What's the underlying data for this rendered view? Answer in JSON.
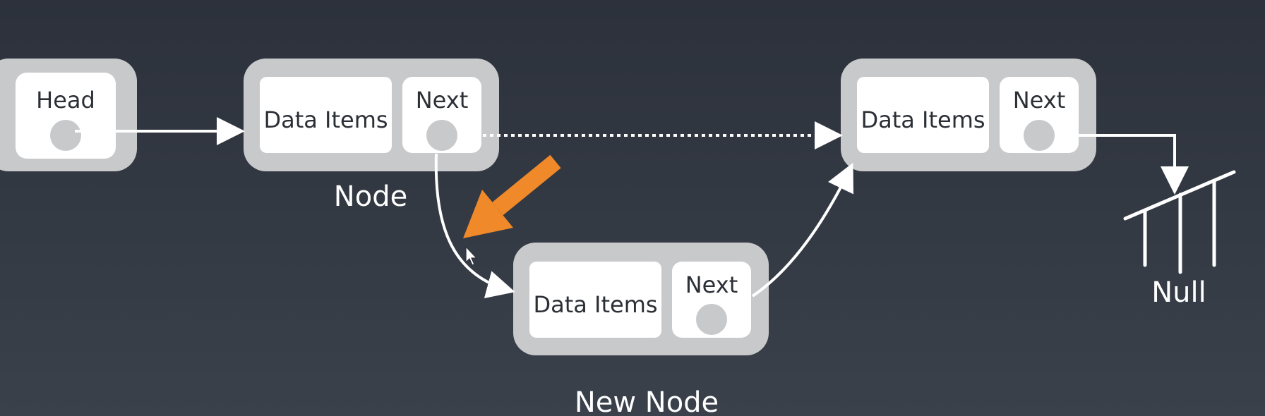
{
  "head": {
    "label": "Head"
  },
  "node": {
    "data_label": "Data Items",
    "next_label": "Next",
    "caption": "Node"
  },
  "target_node": {
    "data_label": "Data Items",
    "next_label": "Next"
  },
  "new_node": {
    "data_label": "Data Items",
    "next_label": "Next",
    "caption": "New Node"
  },
  "null": {
    "caption": "Null"
  },
  "colors": {
    "background": "#30353f",
    "node_frame": "#c8c9cb",
    "cell": "#ffffff",
    "pointer_dot": "#c8c9cb",
    "arrow": "#ffffff",
    "highlight_arrow": "#f0892a"
  }
}
